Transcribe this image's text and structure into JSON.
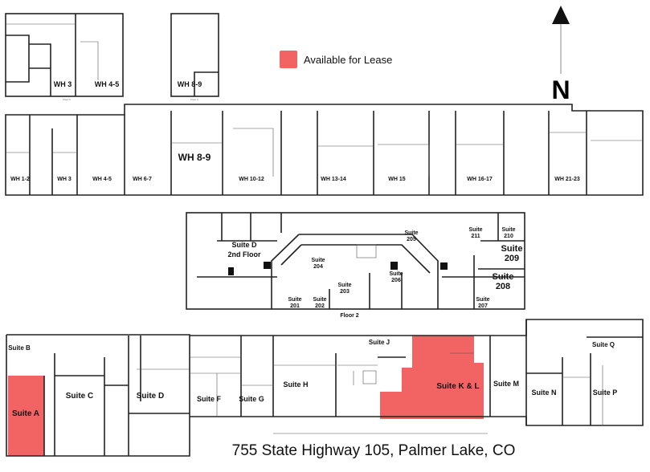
{
  "legend": {
    "label": "Available for Lease",
    "color": "#f26464"
  },
  "north": {
    "label": "N",
    "icon": "north-arrow-icon"
  },
  "address": "755 State Highway 105, Palmer Lake, CO",
  "floor3": {
    "caption_left": "Floor 3",
    "caption_right": "Floor 3",
    "units": [
      "WH 3",
      "WH 4-5",
      "WH 8-9"
    ]
  },
  "warehouses": [
    "WH 1-2",
    "WH 3",
    "WH 4-5",
    "WH 6-7",
    "WH 8-9",
    "WH 10-12",
    "WH 13-14",
    "WH 15",
    "WH 16-17",
    "WH 21-23"
  ],
  "floor2": {
    "caption": "Floor 2",
    "suite_d": [
      "Suite D",
      "2nd Floor"
    ],
    "suites": [
      "204",
      "205",
      "211",
      "210",
      "209",
      "208",
      "206",
      "203",
      "201",
      "202",
      "207"
    ],
    "suite_word": "Suite"
  },
  "floor1": {
    "suites": [
      "Suite B",
      "Suite A",
      "Suite C",
      "Suite D",
      "Suite F",
      "Suite G",
      "Suite H",
      "Suite J",
      "Suite K & L",
      "Suite M",
      "Suite N",
      "Suite P",
      "Suite Q"
    ],
    "available": [
      "Suite A",
      "Suite K & L"
    ]
  }
}
